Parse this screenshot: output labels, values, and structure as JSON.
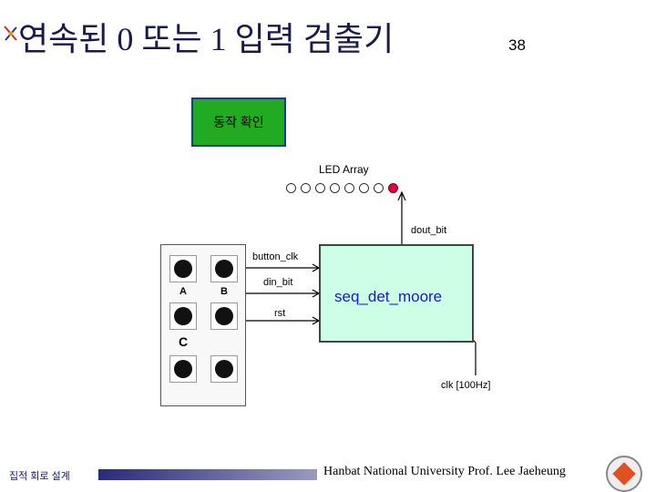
{
  "slide": {
    "title": "연속된 0 또는 1 입력 검출기",
    "page_number": "38"
  },
  "diagram": {
    "button_label": "동작 확인",
    "led_title": "LED Array",
    "led_states": [
      0,
      0,
      0,
      0,
      0,
      0,
      0,
      1
    ],
    "signal_dout": "dout_bit",
    "signal_button_clk": "button_clk",
    "signal_din": "din_bit",
    "signal_rst": "rst",
    "module_name": "seq_det_moore",
    "clock_label": "clk [100Hz]",
    "key_labels": [
      "A",
      "B"
    ],
    "panel_label": "C"
  },
  "footer": {
    "course": "집적 회로 설계",
    "credit": "Hanbat National University Prof. Lee Jaeheung"
  },
  "colors": {
    "button_green": "#22aa22",
    "chip_fill": "#ccffe6",
    "led_on": "#e0004a",
    "title_text": "#1a1a4a"
  }
}
